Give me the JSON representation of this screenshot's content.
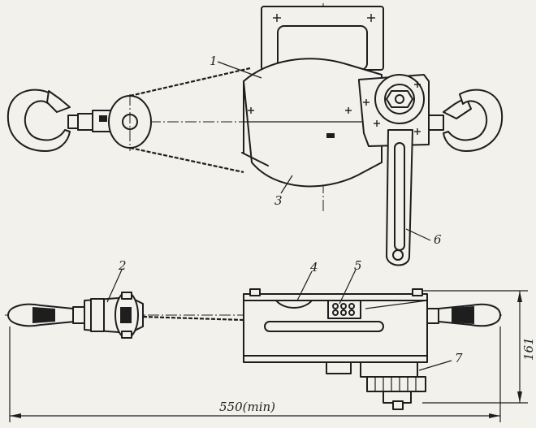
{
  "figure": {
    "part_labels": [
      "1",
      "2",
      "3",
      "4",
      "5",
      "6",
      "7"
    ],
    "dimension_total_length": "550(min)",
    "dimension_height": "161"
  }
}
